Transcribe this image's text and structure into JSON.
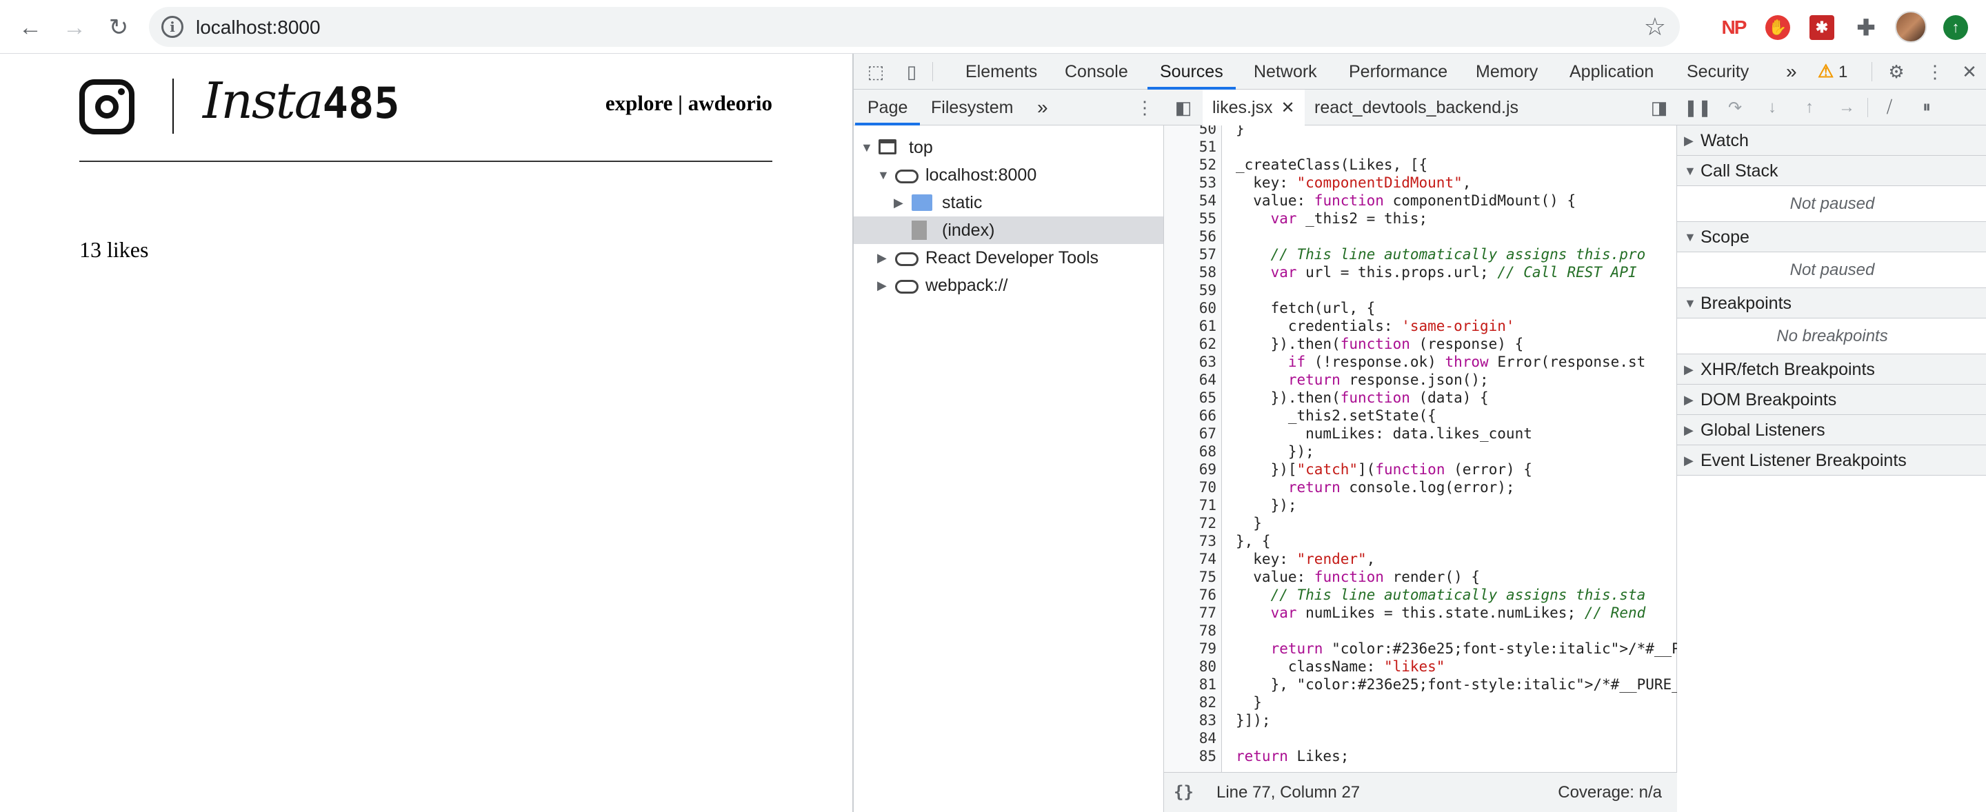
{
  "browser": {
    "url": "localhost:8000",
    "ext_np_label": "NP"
  },
  "page": {
    "brand": "Insta",
    "brand_num": "485",
    "nav_text": "explore | awdeorio",
    "likes_text": "13 likes"
  },
  "devtools": {
    "tabs": [
      "Elements",
      "Console",
      "Sources",
      "Network",
      "Performance",
      "Memory",
      "Application",
      "Security"
    ],
    "active_tab": "Sources",
    "more_tabs": "»",
    "warning_count": "1",
    "navigator": {
      "tabs": [
        "Page",
        "Filesystem"
      ],
      "more": "»",
      "tree": [
        {
          "label": "top",
          "icon": "frame-icon",
          "depth": 0,
          "expanded": true
        },
        {
          "label": "localhost:8000",
          "icon": "cloud-icon",
          "depth": 1,
          "expanded": true
        },
        {
          "label": "static",
          "icon": "folder-icon",
          "depth": 2,
          "expanded": false
        },
        {
          "label": "(index)",
          "icon": "file-icon",
          "depth": 2,
          "selected": true
        },
        {
          "label": "React Developer Tools",
          "icon": "cloud-icon",
          "depth": 1,
          "expanded": false
        },
        {
          "label": "webpack://",
          "icon": "cloud-icon",
          "depth": 1,
          "expanded": false
        }
      ]
    },
    "editor": {
      "tabs": [
        {
          "label": "likes.jsx",
          "active": true,
          "closable": true
        },
        {
          "label": "react_devtools_backend.js",
          "active": false
        }
      ],
      "lines": [
        {
          "n": "50",
          "t": "}"
        },
        {
          "n": "51",
          "t": ""
        },
        {
          "n": "52",
          "t": "_createClass(Likes, [{"
        },
        {
          "n": "53",
          "t": "  key: \"componentDidMount\","
        },
        {
          "n": "54",
          "t": "  value: function componentDidMount() {"
        },
        {
          "n": "55",
          "t": "    var _this2 = this;"
        },
        {
          "n": "56",
          "t": ""
        },
        {
          "n": "57",
          "t": "    // This line automatically assigns this.pro"
        },
        {
          "n": "58",
          "t": "    var url = this.props.url; // Call REST API"
        },
        {
          "n": "59",
          "t": ""
        },
        {
          "n": "60",
          "t": "    fetch(url, {"
        },
        {
          "n": "61",
          "t": "      credentials: 'same-origin'"
        },
        {
          "n": "62",
          "t": "    }).then(function (response) {"
        },
        {
          "n": "63",
          "t": "      if (!response.ok) throw Error(response.st"
        },
        {
          "n": "64",
          "t": "      return response.json();"
        },
        {
          "n": "65",
          "t": "    }).then(function (data) {"
        },
        {
          "n": "66",
          "t": "      _this2.setState({"
        },
        {
          "n": "67",
          "t": "        numLikes: data.likes_count"
        },
        {
          "n": "68",
          "t": "      });"
        },
        {
          "n": "69",
          "t": "    })[\"catch\"](function (error) {"
        },
        {
          "n": "70",
          "t": "      return console.log(error);"
        },
        {
          "n": "71",
          "t": "    });"
        },
        {
          "n": "72",
          "t": "  }"
        },
        {
          "n": "73",
          "t": "}, {"
        },
        {
          "n": "74",
          "t": "  key: \"render\","
        },
        {
          "n": "75",
          "t": "  value: function render() {"
        },
        {
          "n": "76",
          "t": "    // This line automatically assigns this.sta"
        },
        {
          "n": "77",
          "t": "    var numLikes = this.state.numLikes; // Rend"
        },
        {
          "n": "78",
          "t": ""
        },
        {
          "n": "79",
          "t": "    return /*#__PURE__*/react__WEBPACK_IMPORTED"
        },
        {
          "n": "80",
          "t": "      className: \"likes\""
        },
        {
          "n": "81",
          "t": "    }, /*#__PURE__*/react__WEBPACK_IMPORTED_MOD"
        },
        {
          "n": "82",
          "t": "  }"
        },
        {
          "n": "83",
          "t": "}]);"
        },
        {
          "n": "84",
          "t": ""
        },
        {
          "n": "85",
          "t": "return Likes;"
        }
      ],
      "status_format": "{}",
      "status_position": "Line 77, Column 27",
      "status_coverage": "Coverage: n/a"
    },
    "debugger": {
      "sections": [
        {
          "label": "Watch",
          "expanded": false
        },
        {
          "label": "Call Stack",
          "expanded": true,
          "body": "Not paused"
        },
        {
          "label": "Scope",
          "expanded": true,
          "body": "Not paused"
        },
        {
          "label": "Breakpoints",
          "expanded": true,
          "body": "No breakpoints"
        },
        {
          "label": "XHR/fetch Breakpoints",
          "expanded": false
        },
        {
          "label": "DOM Breakpoints",
          "expanded": false
        },
        {
          "label": "Global Listeners",
          "expanded": false
        },
        {
          "label": "Event Listener Breakpoints",
          "expanded": false
        }
      ]
    }
  }
}
